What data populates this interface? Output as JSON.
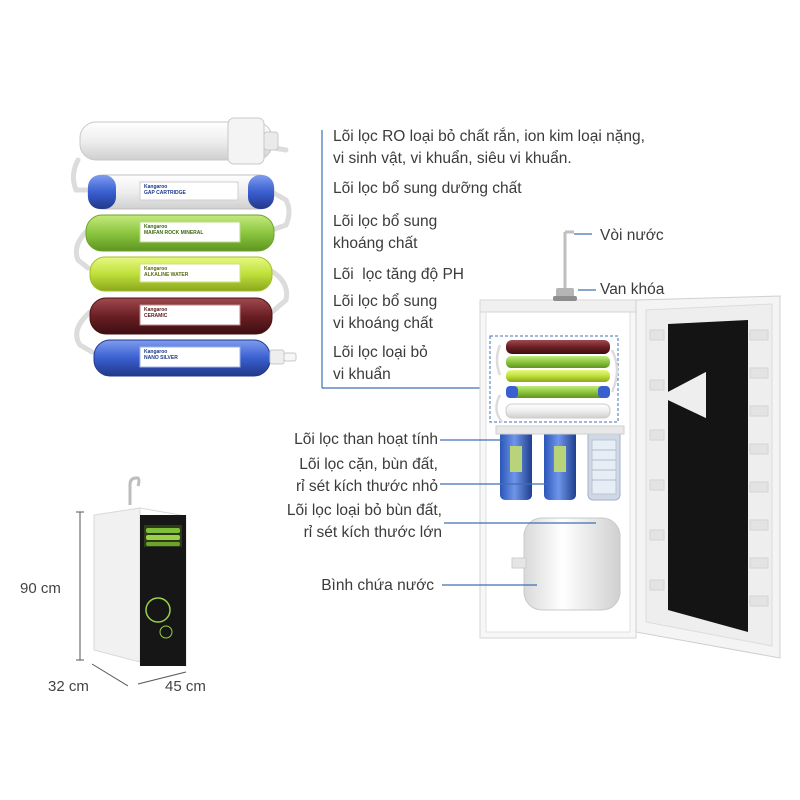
{
  "labels": {
    "ro": [
      "Lõi lọc RO loại bỏ chất rắn, ion kim loại nặng,",
      "vi sinh vật, vi khuẩn, siêu vi khuẩn."
    ],
    "nutrient": [
      "Lõi lọc bổ sung dưỡng chất"
    ],
    "mineral": [
      "Lõi lọc bổ sung",
      "khoáng chất"
    ],
    "ph": [
      "Lõi  lọc tăng độ PH"
    ],
    "micromineral": [
      "Lõi lọc bổ sung",
      "vi khoáng chất"
    ],
    "bacteria": [
      "Lõi lọc loại bỏ",
      "vi khuẩn"
    ],
    "faucet": "Vòi nước",
    "valve": "Van khóa",
    "carbon": "Lõi lọc than hoạt tính",
    "sediment_small": [
      "Lõi lọc cặn, bùn đất,",
      "rỉ sét kích thước nhỏ"
    ],
    "sediment_large": [
      "Lõi lọc loại bỏ bùn đất,",
      "rỉ sét kích thước lớn"
    ],
    "tank": "Bình chứa nước"
  },
  "dimensions": {
    "height": "90 cm",
    "depth": "32 cm",
    "width": "45 cm"
  },
  "cartridge_texts": {
    "brand": "Kangaroo",
    "c2": "GAP CARTRIDGE",
    "c3": "MAIFAN ROCK MINERAL",
    "c4": "ALKALINE WATER",
    "c5": "CERAMIC",
    "c6": "NANO SILVER"
  },
  "colors": {
    "leader_line": "#3d6fb4",
    "cartridge_white": "#f2f2f2",
    "cartridge_green": "#8cc63f",
    "cartridge_yellowgreen": "#bfe03a",
    "cartridge_maroon": "#6b1f24",
    "cartridge_blue": "#3a5fd0",
    "cabinet_black": "#1c1c1c"
  }
}
